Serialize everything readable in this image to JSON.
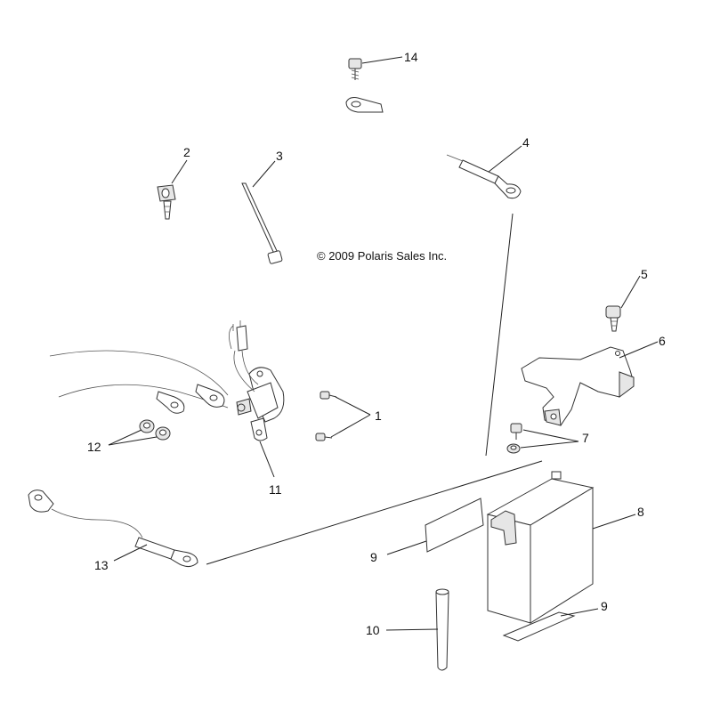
{
  "copyright": "© 2009 Polaris Sales Inc.",
  "callouts": {
    "c1": "1",
    "c2": "2",
    "c3": "3",
    "c4": "4",
    "c5": "5",
    "c6": "6",
    "c7": "7",
    "c8": "8",
    "c9a": "9",
    "c9b": "9",
    "c10": "10",
    "c11": "11",
    "c12": "12",
    "c13": "13",
    "c14": "14"
  }
}
